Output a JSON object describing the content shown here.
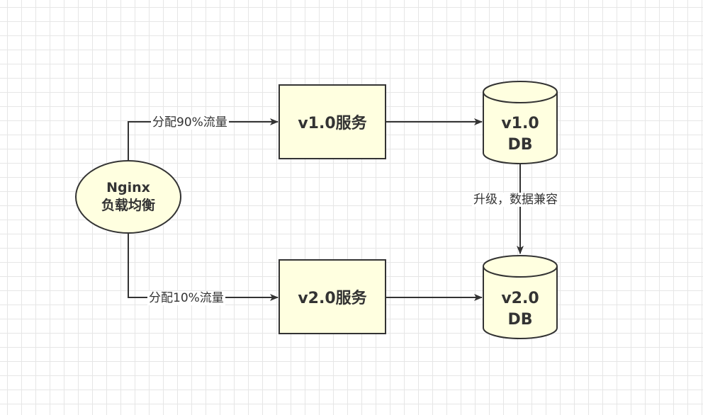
{
  "nodes": {
    "nginx": {
      "line1": "Nginx",
      "line2": "负载均衡"
    },
    "v1_service": {
      "label": "v1.0服务"
    },
    "v2_service": {
      "label": "v2.0服务"
    },
    "v1_db": {
      "line1": "v1.0",
      "line2": "DB"
    },
    "v2_db": {
      "line1": "v2.0",
      "line2": "DB"
    }
  },
  "edges": {
    "to_v1": "分配90%流量",
    "to_v2": "分配10%流量",
    "db_upgrade": "升级，数据兼容"
  },
  "colors": {
    "node_fill": "#ffffe0",
    "stroke": "#333333",
    "grid": "#e6e6e6"
  }
}
